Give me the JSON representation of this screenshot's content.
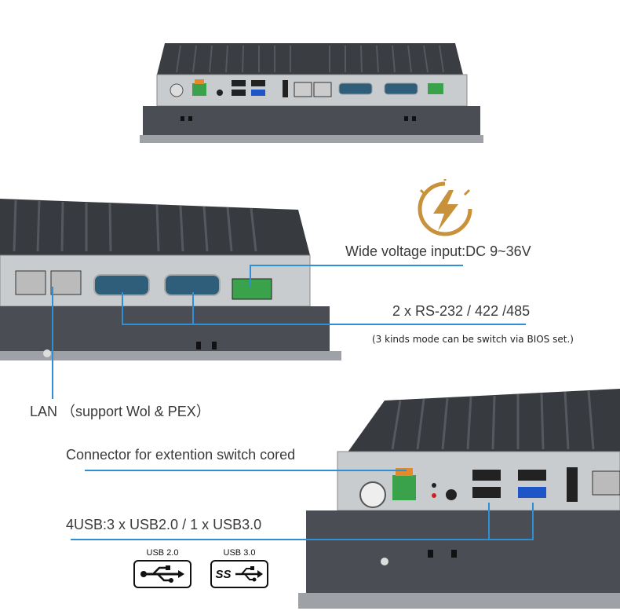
{
  "callouts": {
    "voltage": "Wide voltage input:DC 9~36V",
    "serial": "2 x RS-232 / 422 /485",
    "serial_note": "(3 kinds mode can be switch via BIOS set.)",
    "lan": "LAN （support Wol & PEX）",
    "connector": "Connector for extention switch cored",
    "usb": "4USB:3 x USB2.0 / 1 x USB3.0"
  },
  "usb_badges": {
    "usb2": "USB 2.0",
    "usb3": "USB 3.0",
    "ss_mark": "SS"
  },
  "icons": [
    "lightning-badge-icon",
    "usb-2-icon",
    "usb-3-ss-icon",
    "power-button-icon"
  ],
  "colors": {
    "accent_line": "#2e8fd6",
    "lightning_gold": "#c8923a",
    "chassis": "#3d4146",
    "panel": "#c9ccce"
  }
}
